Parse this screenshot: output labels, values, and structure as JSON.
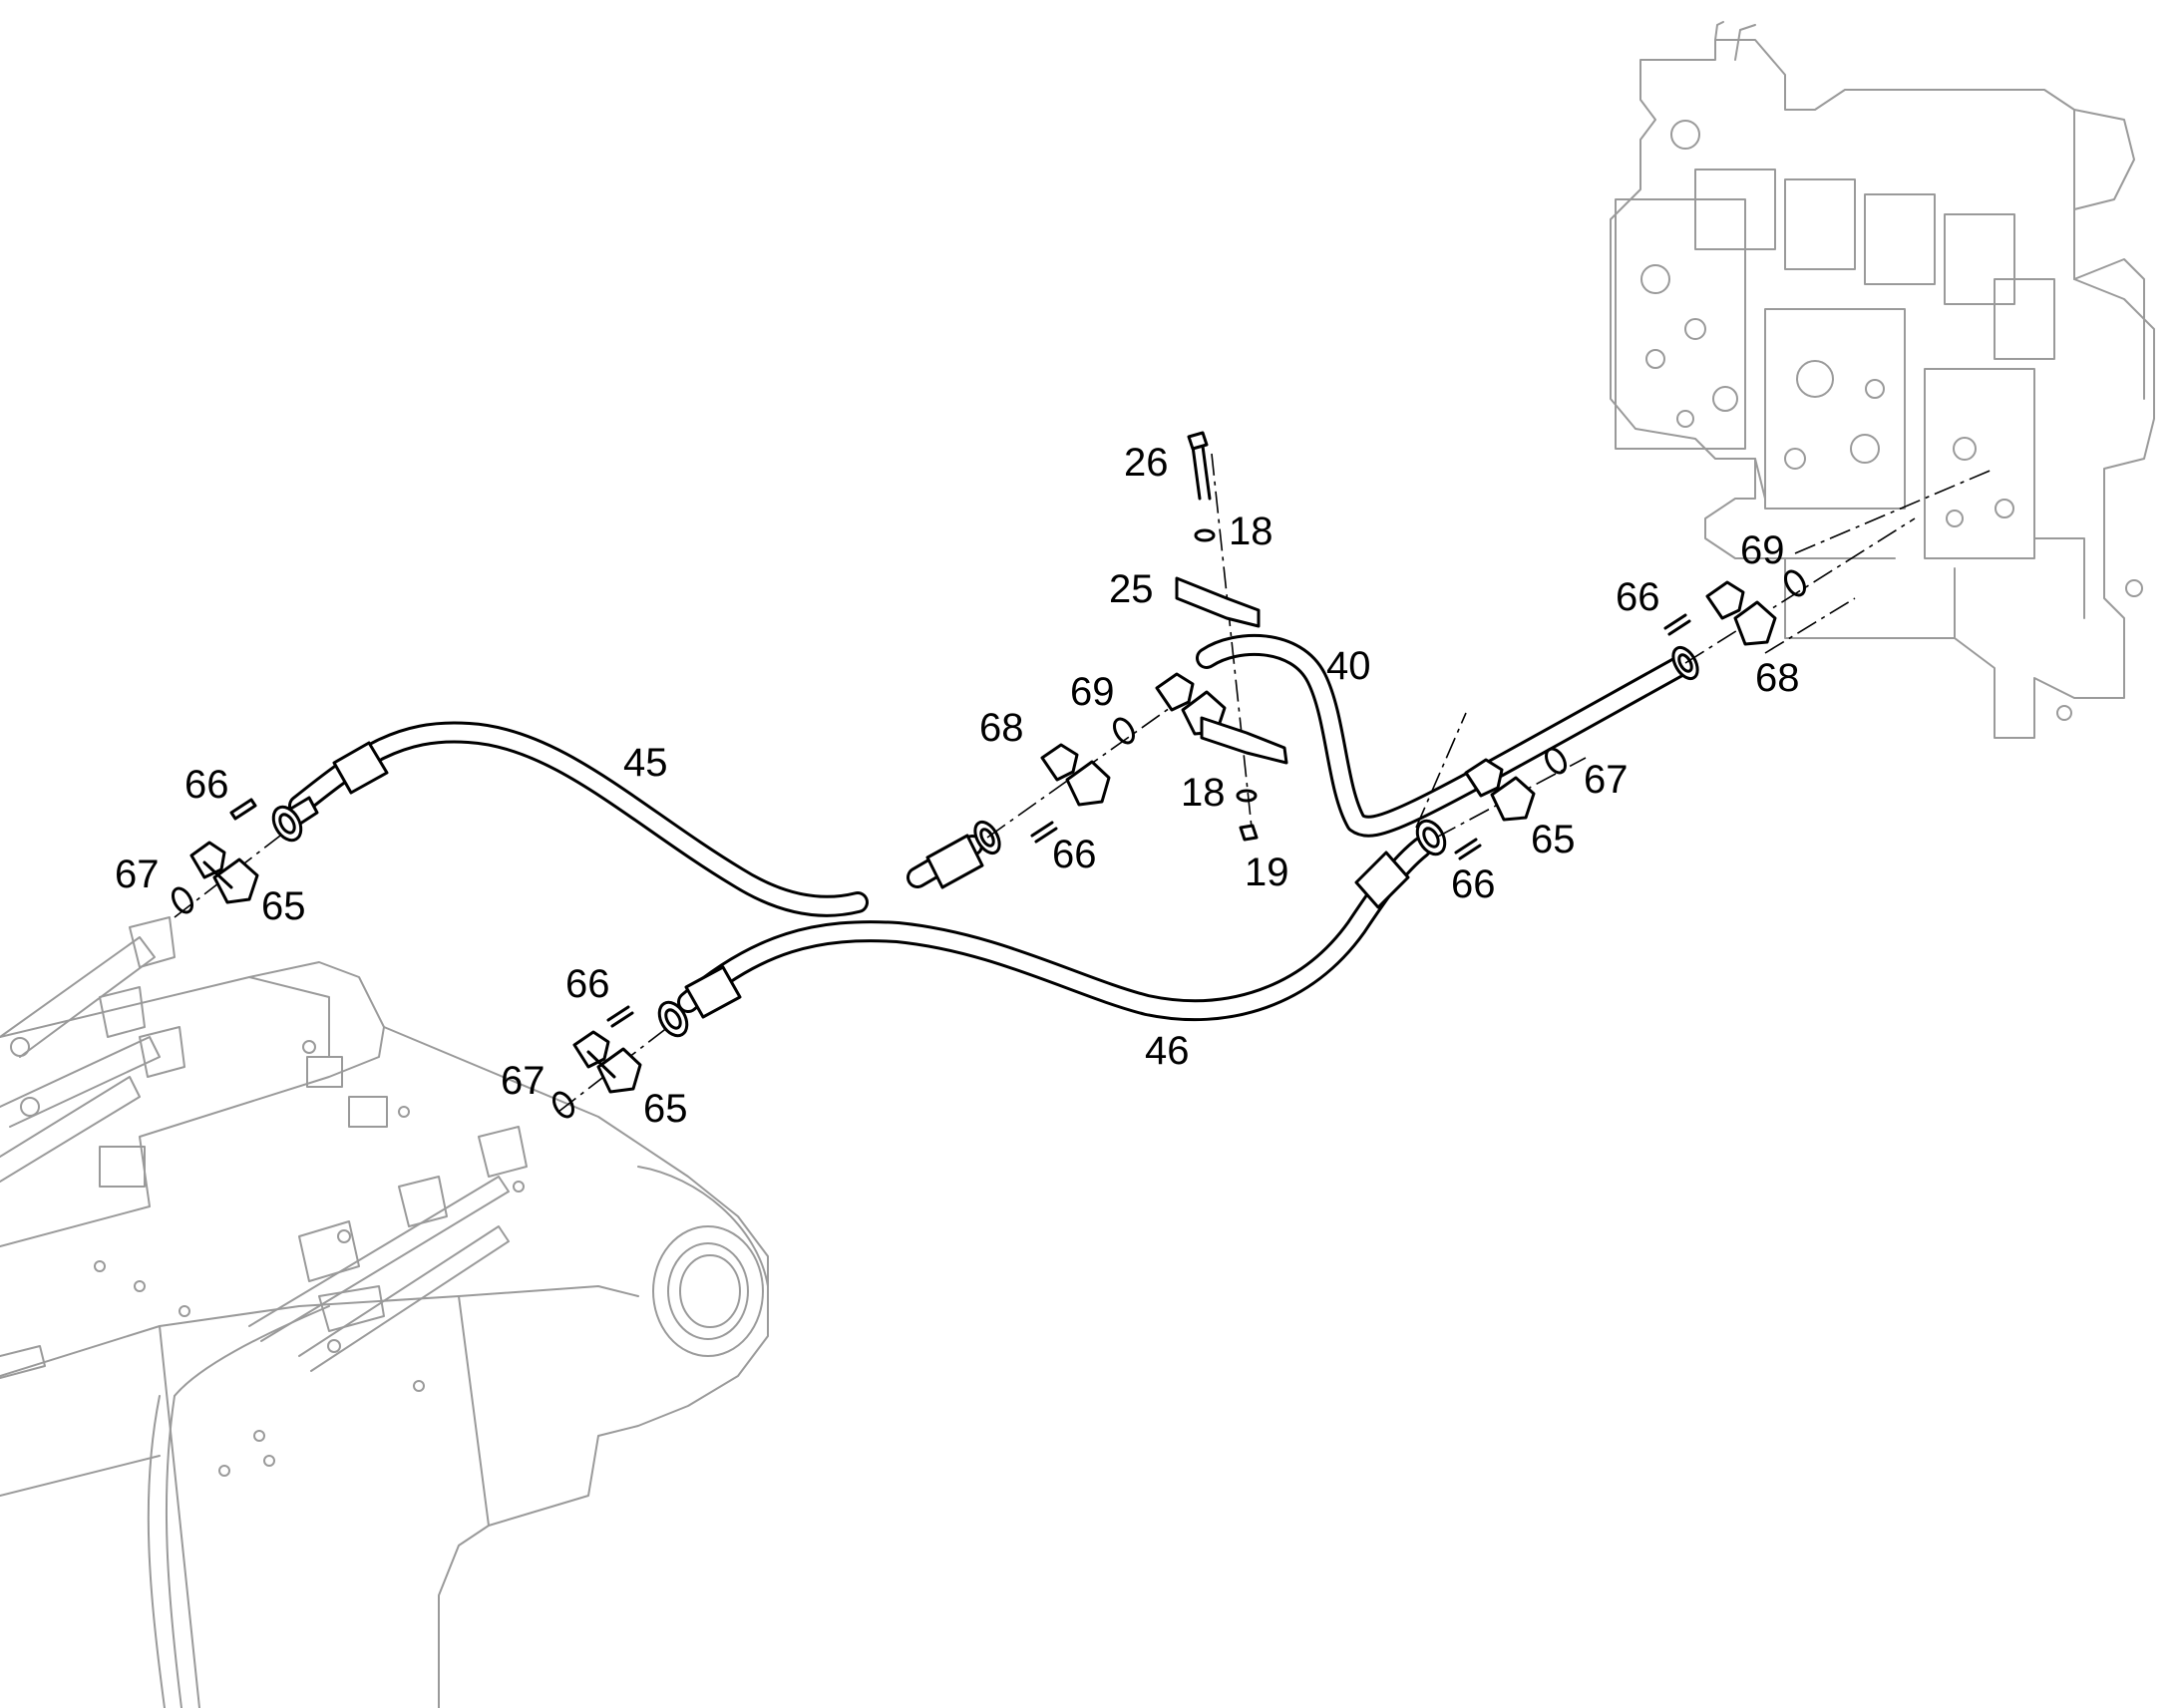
{
  "callouts": [
    {
      "id": "c26",
      "label": "26"
    },
    {
      "id": "c18a",
      "label": "18"
    },
    {
      "id": "c25",
      "label": "25"
    },
    {
      "id": "c40",
      "label": "40"
    },
    {
      "id": "c69a",
      "label": "69"
    },
    {
      "id": "c68a",
      "label": "68"
    },
    {
      "id": "c18b",
      "label": "18"
    },
    {
      "id": "c19",
      "label": "19"
    },
    {
      "id": "c66a",
      "label": "66"
    },
    {
      "id": "c45",
      "label": "45"
    },
    {
      "id": "c66b",
      "label": "66"
    },
    {
      "id": "c67a",
      "label": "67"
    },
    {
      "id": "c65a",
      "label": "65"
    },
    {
      "id": "c66c",
      "label": "66"
    },
    {
      "id": "c67b",
      "label": "67"
    },
    {
      "id": "c65b",
      "label": "65"
    },
    {
      "id": "c46",
      "label": "46"
    },
    {
      "id": "c66d",
      "label": "66"
    },
    {
      "id": "c69b",
      "label": "69"
    },
    {
      "id": "c68b",
      "label": "68"
    },
    {
      "id": "c67c",
      "label": "67"
    },
    {
      "id": "c65c",
      "label": "65"
    },
    {
      "id": "c66e",
      "label": "66"
    }
  ]
}
